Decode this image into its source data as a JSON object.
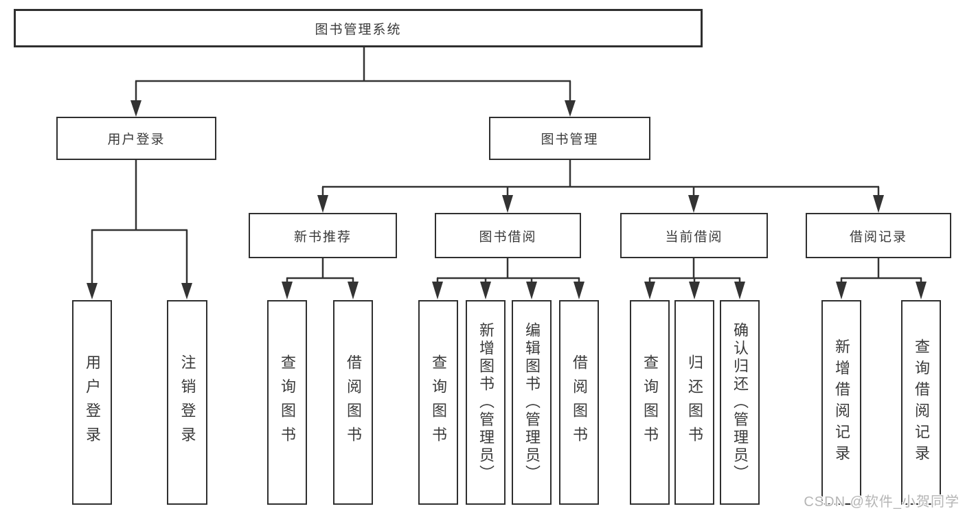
{
  "diagram": {
    "root": {
      "label": "图书管理系统"
    },
    "branches": [
      {
        "label": "用户登录",
        "children": [
          {
            "label": "用户登录"
          },
          {
            "label": "注销登录"
          }
        ]
      },
      {
        "label": "图书管理",
        "children": [
          {
            "label": "新书推荐",
            "children": [
              {
                "label": "查询图书"
              },
              {
                "label": "借阅图书"
              }
            ]
          },
          {
            "label": "图书借阅",
            "children": [
              {
                "label": "查询图书"
              },
              {
                "label": "新增图书（管理员）"
              },
              {
                "label": "编辑图书（管理员）"
              },
              {
                "label": "借阅图书"
              }
            ]
          },
          {
            "label": "当前借阅",
            "children": [
              {
                "label": "查询图书"
              },
              {
                "label": "归还图书"
              },
              {
                "label": "确认归还（管理员）"
              }
            ]
          },
          {
            "label": "借阅记录",
            "children": [
              {
                "label": "新增借阅记录"
              },
              {
                "label": "查询借阅记录"
              }
            ]
          }
        ]
      }
    ]
  },
  "watermark": {
    "text": "CSDN @软件_小贺同学"
  },
  "colors": {
    "line": "#333333",
    "box_border": "#2f2f2f",
    "text": "#3a3a3a",
    "watermark": "#b5b5b5",
    "background": "#ffffff"
  }
}
